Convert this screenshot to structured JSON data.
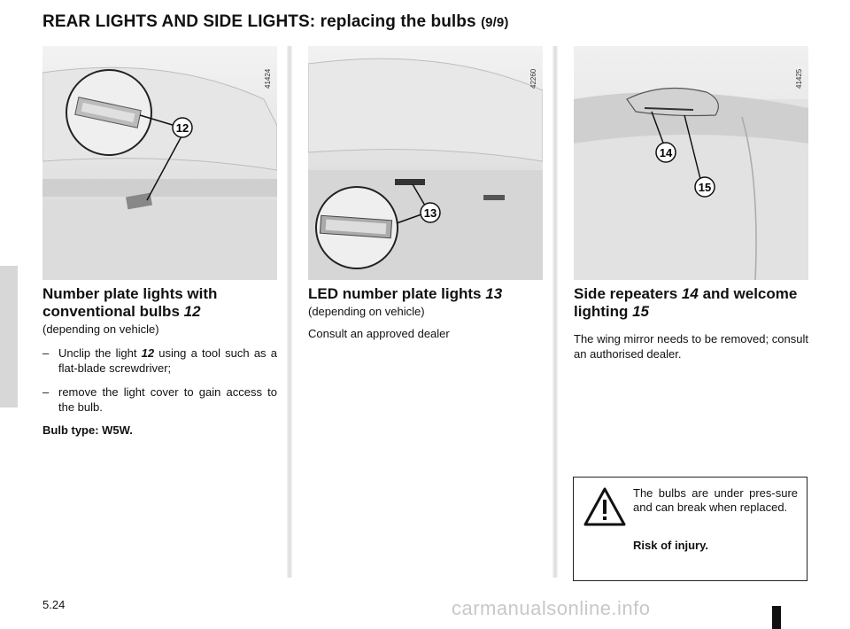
{
  "header": {
    "title": "REAR LIGHTS AND SIDE LIGHTS: replacing the bulbs",
    "title_suffix": "(9/9)"
  },
  "figures": [
    {
      "ref": "41424",
      "callouts": [
        "12"
      ]
    },
    {
      "ref": "42260",
      "callouts": [
        "13"
      ]
    },
    {
      "ref": "41425",
      "callouts": [
        "14",
        "15"
      ]
    }
  ],
  "columns": [
    {
      "heading": "Number plate lights with conventional bulbs",
      "heading_num": "12",
      "subheading": "(depending on vehicle)",
      "bullets": [
        {
          "pre": "Unclip the light ",
          "num": "12",
          "post": " using a tool such as a flat-blade screwdriver;"
        },
        {
          "pre": "remove the light cover to gain access to the bulb.",
          "num": "",
          "post": ""
        }
      ],
      "bold_line": "Bulb type: W5W."
    },
    {
      "heading": "LED number plate lights",
      "heading_num": "13",
      "subheading": "(depending on vehicle)",
      "paragraph": "Consult an approved dealer"
    },
    {
      "heading": "Side repeaters",
      "heading_num": "14",
      "heading_mid": " and welcome lighting ",
      "heading_num2": "15",
      "paragraph": "The wing mirror needs to be removed; consult an authorised dealer."
    }
  ],
  "warning": {
    "icon": "warning-triangle-icon",
    "text": "The bulbs are under pres-sure and can break when replaced.",
    "bold": "Risk of injury."
  },
  "footer": {
    "page_number": "5.24",
    "watermark": "carmanualsonline.info"
  }
}
